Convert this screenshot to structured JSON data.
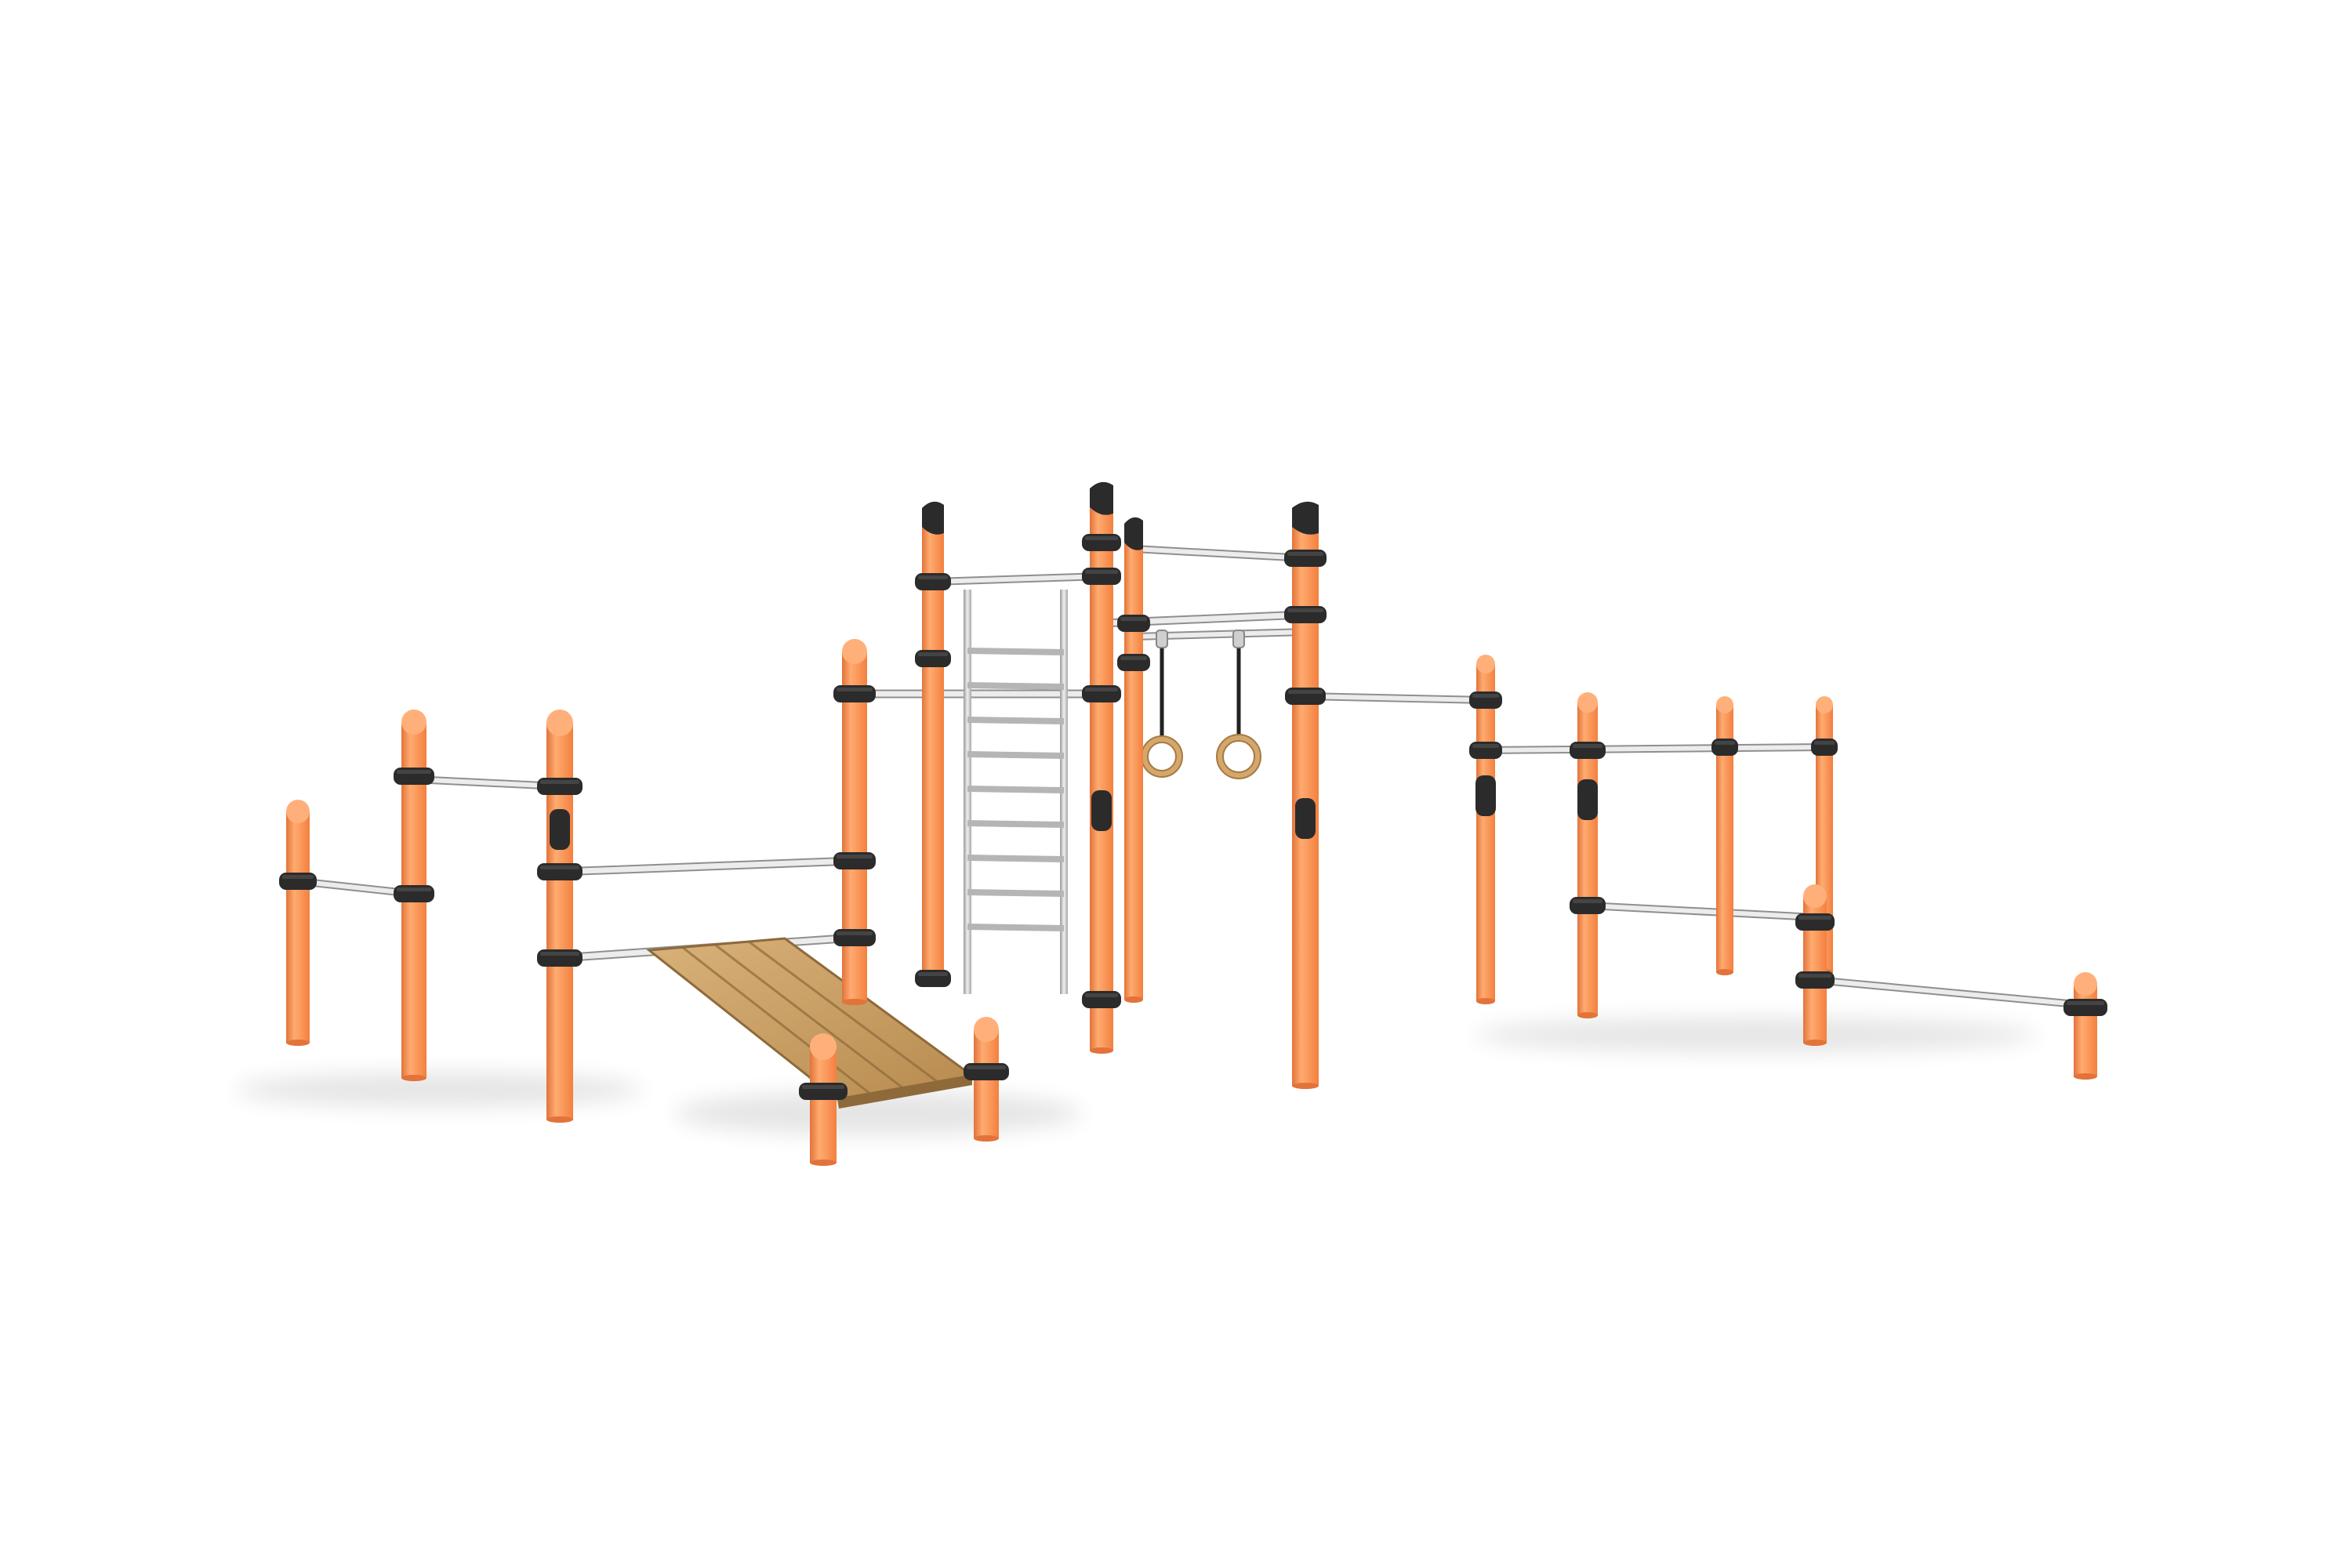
{
  "scene": {
    "subject": "outdoor-calisthenics-workout-station",
    "background_color": "#ffffff",
    "colors": {
      "post": "#ff914d",
      "post_shade": "#e2733a",
      "post_light": "#ffb07a",
      "clamp": "#2b2b2b",
      "bar": "#c9c9c9",
      "bar_light": "#ececec",
      "wood": "#c9a062",
      "wood_dark": "#8e6a3a",
      "ring": "#d4a86a",
      "strap": "#222222"
    },
    "elements": {
      "dip_bars": "parallel-dip-bars",
      "pullup_bars": "stepped-pull-up-bars",
      "bench": "inclined-sit-up-bench",
      "ladder": "wall-bar-ladder",
      "rings": "gymnastic-rings",
      "high_bar": "high-pull-up-bar",
      "monkey_bars": "multi-level-bars",
      "low_bar": "low-push-up-bar"
    }
  }
}
